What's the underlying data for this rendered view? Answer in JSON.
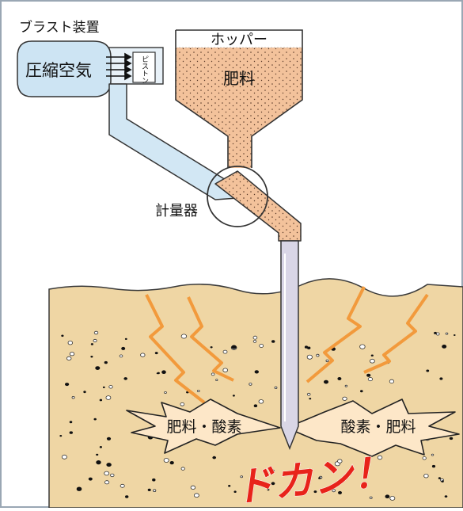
{
  "labels": {
    "blast_device": "ブラスト装置",
    "compressed_air": "圧縮空気",
    "piston": "ピストン",
    "hopper": "ホッパー",
    "fertilizer": "肥料",
    "meter": "計量器",
    "left_burst": "肥料・酸素",
    "right_burst": "酸素・肥料",
    "impact": "ドカン！"
  },
  "colors": {
    "soil": "#efd6a4",
    "fertilizer": "#f3c29b",
    "compressor": "#cde4f3",
    "pipe": "#d2e7f4",
    "probe": "#d9d6e6",
    "crack": "#f29a3c",
    "impact": "#e8231a",
    "burst_fill": "#fde7c8"
  },
  "icons": {
    "air_arrows": "right-arrows-icon",
    "crack": "lightning-crack-icon"
  }
}
